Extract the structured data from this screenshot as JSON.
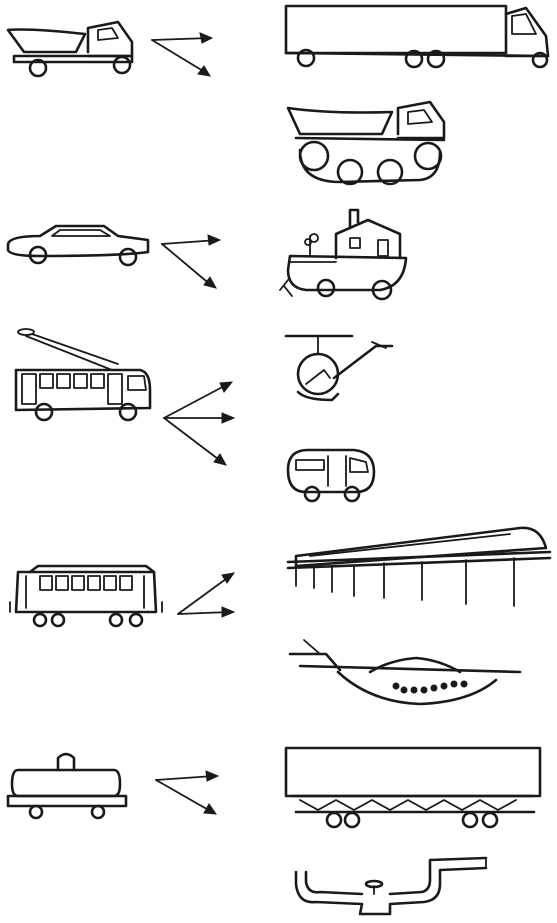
{
  "diagram": {
    "background": "#ffffff",
    "ink_color": "#1a1a1a",
    "groups": [
      {
        "source": "dump-truck",
        "targets": [
          "long-semi-trailer-truck",
          "dump-truck-on-caterpillar-wheels"
        ],
        "arrow_count": 2
      },
      {
        "source": "passenger-car",
        "targets": [
          "amphibious-house-boat-car"
        ],
        "arrow_count": 2
      },
      {
        "source": "trolleybus",
        "targets": [
          "helicopter-cab",
          "compact-round-bus"
        ],
        "arrow_count": 3
      },
      {
        "source": "tram-car",
        "targets": [
          "monorail-train-on-elevated-track",
          "hovercraft-vehicle"
        ],
        "arrow_count": 2
      },
      {
        "source": "rail-tank-car",
        "targets": [
          "box-freight-wagon",
          "pipeline-with-valve"
        ],
        "arrow_count": 2
      }
    ]
  }
}
